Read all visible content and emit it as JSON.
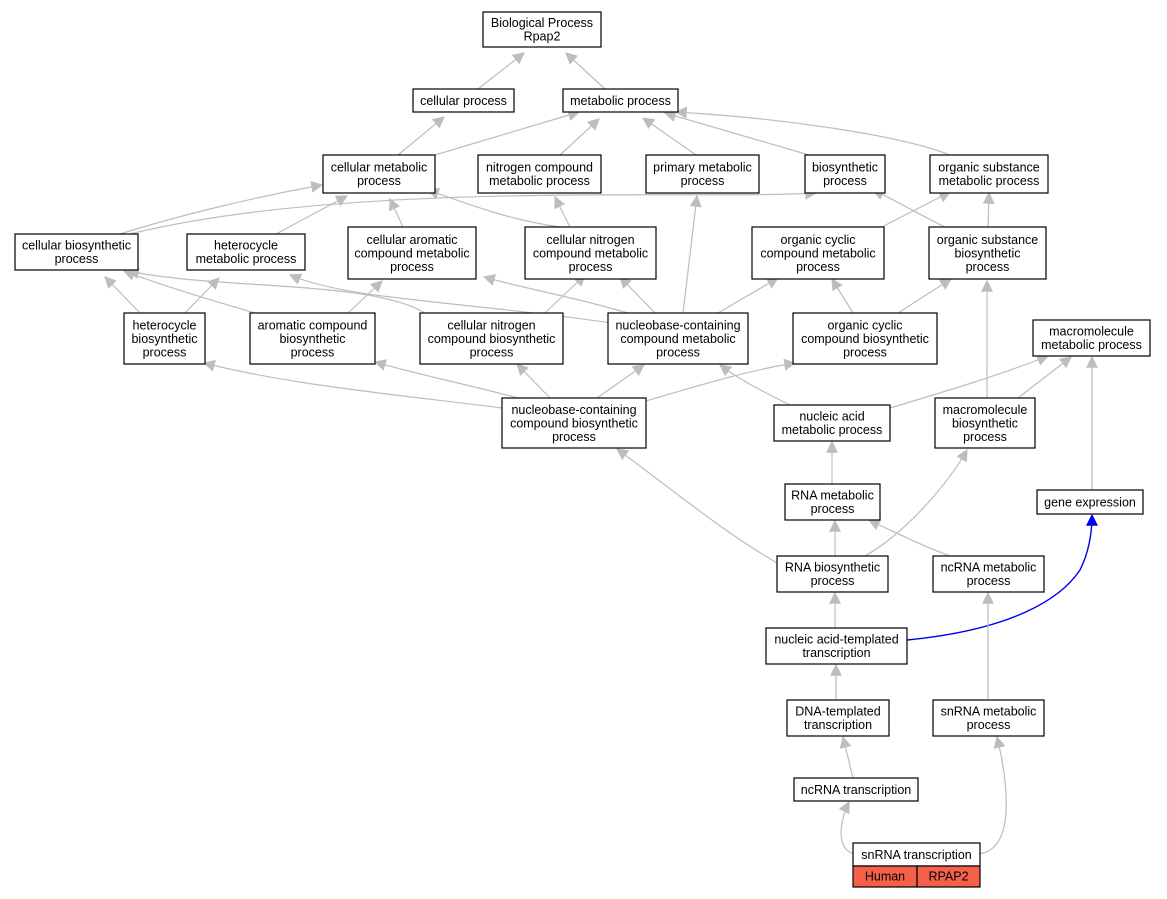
{
  "colors": {
    "edge_default": "#bdbdbd",
    "edge_highlight": "#0000ee",
    "legend_fill": "#f4604a"
  },
  "nodes": [
    {
      "id": "bp",
      "lines": [
        "Biological Process",
        "Rpap2"
      ]
    },
    {
      "id": "cellproc",
      "lines": [
        "cellular process"
      ]
    },
    {
      "id": "metproc",
      "lines": [
        "metabolic process"
      ]
    },
    {
      "id": "cellmet",
      "lines": [
        "cellular metabolic",
        "process"
      ]
    },
    {
      "id": "nitromet",
      "lines": [
        "nitrogen compound",
        "metabolic process"
      ]
    },
    {
      "id": "primmet",
      "lines": [
        "primary metabolic",
        "process"
      ]
    },
    {
      "id": "biosyn",
      "lines": [
        "biosynthetic",
        "process"
      ]
    },
    {
      "id": "orgsubmet",
      "lines": [
        "organic substance",
        "metabolic process"
      ]
    },
    {
      "id": "cellbiosyn",
      "lines": [
        "cellular biosynthetic",
        "process"
      ]
    },
    {
      "id": "hetmet",
      "lines": [
        "heterocycle",
        "metabolic process"
      ]
    },
    {
      "id": "cellarom",
      "lines": [
        "cellular aromatic",
        "compound metabolic",
        "process"
      ]
    },
    {
      "id": "cellnitro",
      "lines": [
        "cellular nitrogen",
        "compound metabolic",
        "process"
      ]
    },
    {
      "id": "orgcycmet",
      "lines": [
        "organic cyclic",
        "compound metabolic",
        "process"
      ]
    },
    {
      "id": "orgsubbio",
      "lines": [
        "organic substance",
        "biosynthetic",
        "process"
      ]
    },
    {
      "id": "hetbio",
      "lines": [
        "heterocycle",
        "biosynthetic",
        "process"
      ]
    },
    {
      "id": "arombio",
      "lines": [
        "aromatic compound",
        "biosynthetic",
        "process"
      ]
    },
    {
      "id": "cellnitbio",
      "lines": [
        "cellular nitrogen",
        "compound biosynthetic",
        "process"
      ]
    },
    {
      "id": "nbmet",
      "lines": [
        "nucleobase-containing",
        "compound metabolic",
        "process"
      ]
    },
    {
      "id": "orgcycbio",
      "lines": [
        "organic cyclic",
        "compound biosynthetic",
        "process"
      ]
    },
    {
      "id": "macromet",
      "lines": [
        "macromolecule",
        "metabolic process"
      ]
    },
    {
      "id": "nbbio",
      "lines": [
        "nucleobase-containing",
        "compound biosynthetic",
        "process"
      ]
    },
    {
      "id": "namet",
      "lines": [
        "nucleic acid",
        "metabolic process"
      ]
    },
    {
      "id": "macrobio",
      "lines": [
        "macromolecule",
        "biosynthetic",
        "process"
      ]
    },
    {
      "id": "rnamet",
      "lines": [
        "RNA metabolic",
        "process"
      ]
    },
    {
      "id": "geneexp",
      "lines": [
        "gene expression"
      ]
    },
    {
      "id": "rnabio",
      "lines": [
        "RNA biosynthetic",
        "process"
      ]
    },
    {
      "id": "ncrnamet",
      "lines": [
        "ncRNA metabolic",
        "process"
      ]
    },
    {
      "id": "natrans",
      "lines": [
        "nucleic acid-templated",
        "transcription"
      ]
    },
    {
      "id": "dnatrans",
      "lines": [
        "DNA-templated",
        "transcription"
      ]
    },
    {
      "id": "snrnamet",
      "lines": [
        "snRNA metabolic",
        "process"
      ]
    },
    {
      "id": "ncrnatrans",
      "lines": [
        "ncRNA transcription"
      ]
    },
    {
      "id": "snrnatrans",
      "lines": [
        "snRNA transcription"
      ]
    }
  ],
  "legend": {
    "species": "Human",
    "gene": "RPAP2"
  }
}
